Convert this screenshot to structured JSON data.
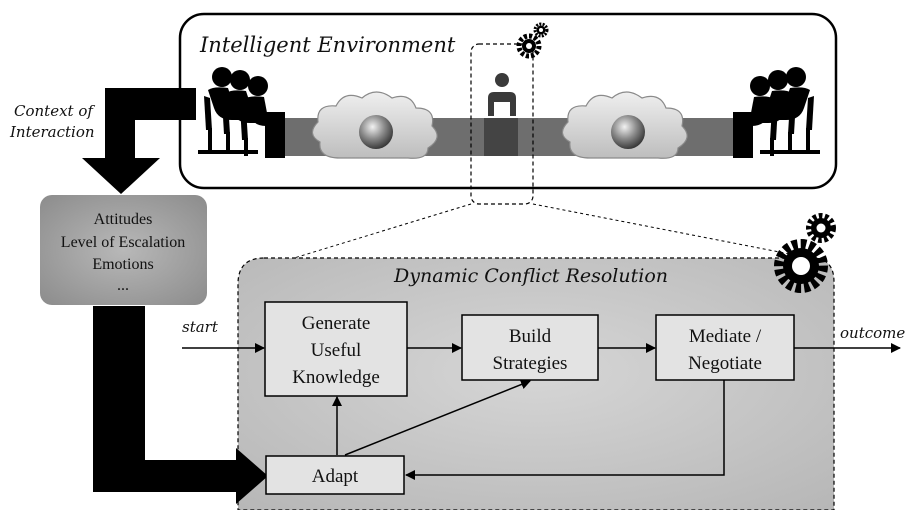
{
  "environment": {
    "title": "Intelligent Environment"
  },
  "context": {
    "line1": "Context of",
    "line2": "Interaction"
  },
  "attributes": {
    "line1": "Attitudes",
    "line2": "Level of Escalation",
    "line3": "Emotions",
    "line4": "..."
  },
  "resolution": {
    "title": "Dynamic Conflict Resolution",
    "start_label": "start",
    "outcome_label": "outcome",
    "generate": {
      "line1": "Generate",
      "line2": "Useful",
      "line3": "Knowledge"
    },
    "build": {
      "line1": "Build",
      "line2": "Strategies"
    },
    "mediate": {
      "line1": "Mediate /",
      "line2": "Negotiate"
    },
    "adapt": {
      "line1": "Adapt"
    }
  },
  "icons": {
    "people_left": "meeting-group-icon",
    "people_right": "meeting-group-icon",
    "mediator": "person-icon",
    "cloud_left": "cloud-globe-icon",
    "cloud_right": "cloud-globe-icon",
    "gear_small": "gear-icon",
    "gear_large": "gear-icon"
  },
  "colors": {
    "panel_gray": "#c9c9c9",
    "box_gray": "#e3e3e3",
    "attr_gray": "#9a9a9a",
    "stripe_gray": "#6e6e6e",
    "black": "#000000"
  }
}
